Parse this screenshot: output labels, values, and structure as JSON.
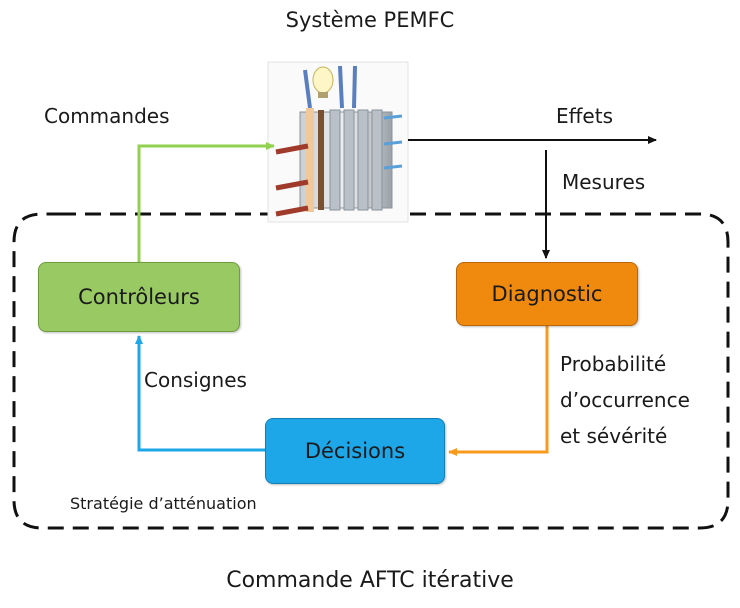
{
  "title": "Système PEMFC",
  "footer": "Commande AFTC itérative",
  "labels": {
    "commandes": "Commandes",
    "effets": "Effets",
    "mesures": "Mesures",
    "consignes": "Consignes",
    "probabilite": [
      "Probabilité",
      "d’occurrence",
      "et sévérité"
    ],
    "strategie": "Stratégie d’atténuation"
  },
  "boxes": {
    "controleurs": "Contrôleurs",
    "diagnostic": "Diagnostic",
    "decisions": "Décisions"
  },
  "colors": {
    "controleurs": "#99c962",
    "diagnostic": "#ef8a0e",
    "decisions": "#1da6e8",
    "arrow_green": "#92d050",
    "arrow_orange": "#f79a1e",
    "arrow_blue": "#1da6e8"
  },
  "icons": {
    "fuel_cell": "pemfc-stack-icon"
  }
}
